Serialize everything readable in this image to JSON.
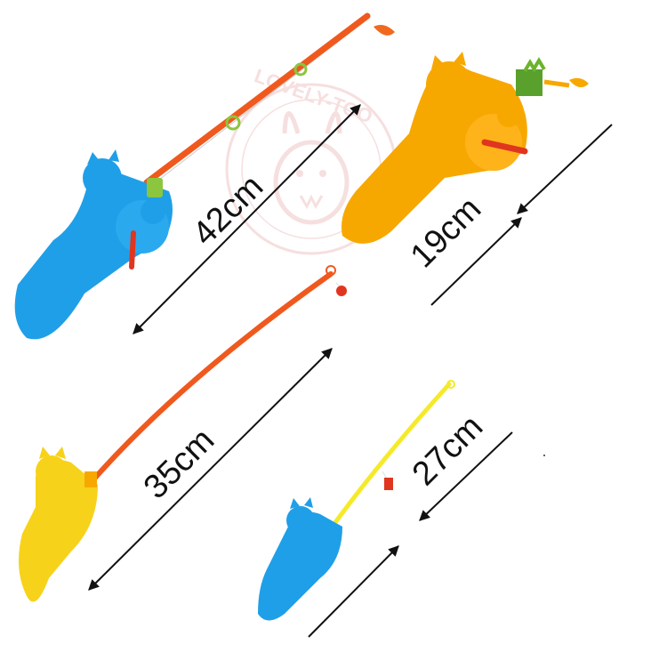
{
  "measurements": [
    {
      "id": "large-rod",
      "label": "42cm"
    },
    {
      "id": "reel-handle",
      "label": "19cm"
    },
    {
      "id": "medium-rod",
      "label": "35cm"
    },
    {
      "id": "small-rod",
      "label": "27cm"
    }
  ],
  "watermark": {
    "text": "LOVELY-TOO"
  },
  "colors": {
    "blue": "#1f9fe8",
    "orange_yellow": "#f7a800",
    "yellow": "#f7d21a",
    "rod_orange": "#f0591e",
    "rod_yellow": "#f5ea2a",
    "green": "#8cc63f",
    "red": "#e0361f",
    "watermark": "#e8a5a5"
  }
}
